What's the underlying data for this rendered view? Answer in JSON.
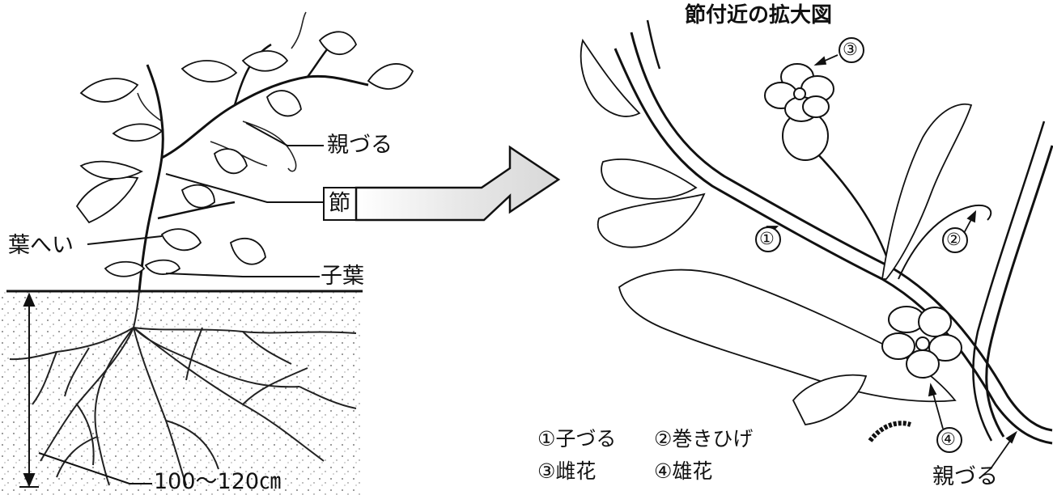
{
  "left_figure": {
    "labels": {
      "oya_zuru": "親づる",
      "setsu": "節",
      "youhei": "葉へい",
      "shiyou": "子葉",
      "root_depth": "100～120㎝"
    }
  },
  "right_figure": {
    "title": "節付近の拡大図",
    "callouts": {
      "c1": "①",
      "c2": "②",
      "c3": "③",
      "c4": "④"
    },
    "oya_zuru": "親づる",
    "legend": {
      "item1": "①子づる",
      "item2": "②巻きひげ",
      "item3": "③雌花",
      "item4": "④雄花"
    }
  },
  "icons": {
    "arrow": "right-arrow-icon"
  }
}
